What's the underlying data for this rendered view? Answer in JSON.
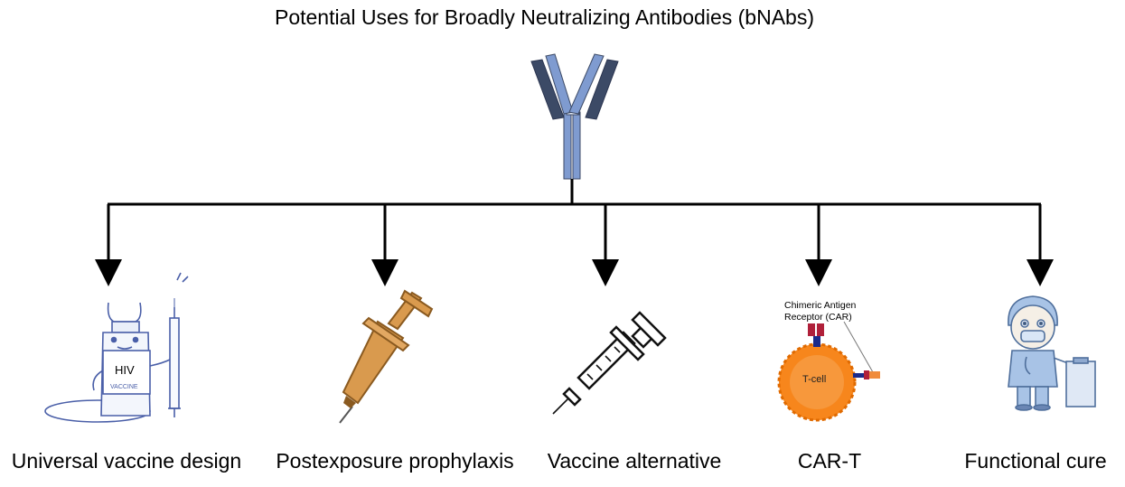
{
  "title": "Potential Uses for Broadly Neutralizing Antibodies (bNAbs)",
  "branches": [
    {
      "label": "Universal vaccine design"
    },
    {
      "label": "Postexposure prophylaxis"
    },
    {
      "label": "Vaccine alternative"
    },
    {
      "label": "CAR-T"
    },
    {
      "label": "Functional cure"
    }
  ],
  "vial": {
    "text_main": "HIV",
    "text_sub": "VACCINE"
  },
  "cart": {
    "callout_line1": "Chimeric Antigen",
    "callout_line2": "Receptor (CAR)",
    "cell_label": "T-cell"
  },
  "colors": {
    "antibody_light": "#7f9bd0",
    "antibody_dark": "#3c4a66",
    "syringe_orange": "#d99a4e",
    "tcell_orange": "#f7861c",
    "doctor_blue": "#a8c3e6"
  },
  "icons": [
    "antibody-icon",
    "vaccine-vial-icon",
    "orange-syringe-icon",
    "sketch-syringe-icon",
    "t-cell-icon",
    "doctor-icon"
  ]
}
